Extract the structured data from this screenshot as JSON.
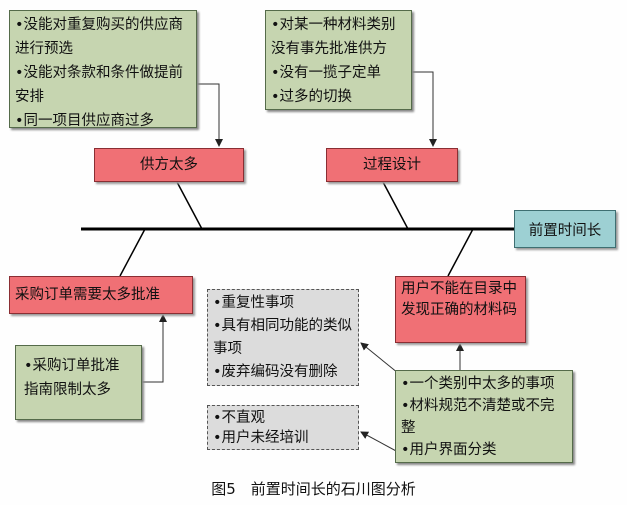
{
  "effect": "前置时间长",
  "causes": {
    "supplier": {
      "label": "供方太多",
      "details": [
        "•没能对重复购买的供应商进行预选",
        "•没能对条款和条件做提前安排",
        "•同一项目供应商过多"
      ]
    },
    "process": {
      "label": "过程设计",
      "details": [
        "•对某一种材料类别没有事先批准供方",
        "•没有一揽子定单",
        "•过多的切换"
      ]
    },
    "approval": {
      "label": "采购订单需要太多批准",
      "details": [
        "•采购订单批准指南限制太多"
      ]
    },
    "catalog": {
      "label": "用户不能在目录中发现正确的材料码",
      "details": [
        "•一个类别中太多的事项",
        "•材料规范不清楚或不完整",
        "•用户界面分类"
      ]
    }
  },
  "sub_causes": {
    "items": [
      "•重复性事项",
      "•具有相同功能的类似事项",
      "•废弃编码没有删除"
    ],
    "interface": [
      "•不直观",
      "•用户未经培训"
    ]
  },
  "caption": "图5　前置时间长的石川图分析"
}
